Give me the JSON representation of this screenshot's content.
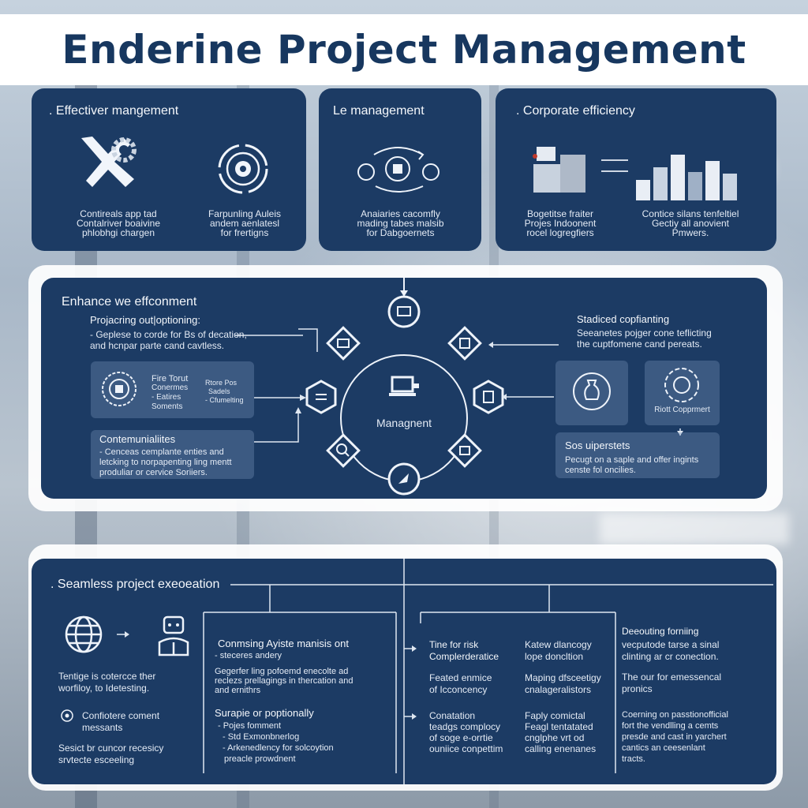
{
  "title": "Enderine Project Management",
  "top_cards": [
    {
      "heading": ". Effectiver mangement",
      "captions": [
        "Contireals app tad\nContalriver boaivine\nphlobhgi chargen",
        "Farpunling Auleis\nandem aenlatesl\nfor frertigns"
      ]
    },
    {
      "heading": "Le management",
      "captions": [
        "Anaiaries cacomfly\nmading tabes malsib\nfor Dabgoernets"
      ]
    },
    {
      "heading": ". Corporate efficiency",
      "captions": [
        "Bogetitse fraiter\nProjes Indoonent\nrocel logregfiers",
        "Contice silans tenfeltiel\nGectiy all anovient\nPmwers."
      ]
    }
  ],
  "middle": {
    "heading": "Enhance we effconment",
    "hub_label": "Managnent",
    "left_top": {
      "title": "Projacring out|optioning:",
      "body": "- Geplese to corde for Bs of decation,\nand hcnpar parte cand cavtless."
    },
    "left_box": {
      "title": "Fire Torut",
      "lines": [
        "Conermes",
        "- Eatires",
        "Soments"
      ],
      "side": [
        "Rtore Pos",
        "Sadels",
        "- Cfumelting"
      ]
    },
    "left_bottom": {
      "title": "Contemunialiites",
      "body": "- Cenceas cemplante enties and\nletcking to norpapenting ling mentt\nproduliar or cervice Soriiers."
    },
    "right_top": {
      "title": "Stadiced copfianting",
      "body": "Seeanetes pojger cone teflicting\nthe cuptfomene cand pereats."
    },
    "right_box_label": "Riott Copprmert",
    "right_bottom": {
      "title": "Sos uiperstets",
      "body": "Pecugt on a saple and offer ingints\ncenste fol oncilies."
    }
  },
  "bottom": {
    "heading": ". Seamless project exeoeation",
    "left_items": [
      "Tentige is cotercce ther\nworfiloy, to Idetesting.",
      "Confiotere coment\nmessants",
      "Sesict br cuncor recesicy\nsrvtecte esceeling"
    ],
    "col2": {
      "title": "Conmsing Ayiste manisis ont",
      "line1": "- steceres andery",
      "line2": "Gegerfer ling pofoemd enecolte ad\nreclezs prellagings in thercation and\nand ernithrs",
      "title2": "Surapie or poptionally",
      "list": [
        "- Pojes fomment",
        "- Std Exmonbnerlog",
        "- Arkenedlency for solcoytion",
        "preacle prowdnent"
      ]
    },
    "col3a": {
      "title": "Tine for risk\nComplerderatice",
      "p1": "Feated enmice\nof Icconcency",
      "p2": "Conatation\nteadgs complocy\nof soge e-orrtie\nouniice conpettim"
    },
    "col3b": {
      "p0": "Katew dlancogy\nlope doncltion",
      "p1": "Maping dfsceetigy\ncnalageralistors",
      "p2": "Faply comictal\nFeagl tentatated\ncnglphe vrt od\ncalling enenanes"
    },
    "col4": {
      "title": "Deeouting forniing",
      "p1": "vecputode tarse a sinal\nclinting ar cr conection.",
      "p2": "The our for emessencal\npronics",
      "p3": "Coerning on passtionofficial\nfort the vendlling a cemts\npresde and cast in yarchert\ncantics an ceesenlant\ntracts."
    }
  },
  "colors": {
    "panel": "#1c3b64",
    "title": "#17375f",
    "accent_box": "#4d6d94"
  }
}
